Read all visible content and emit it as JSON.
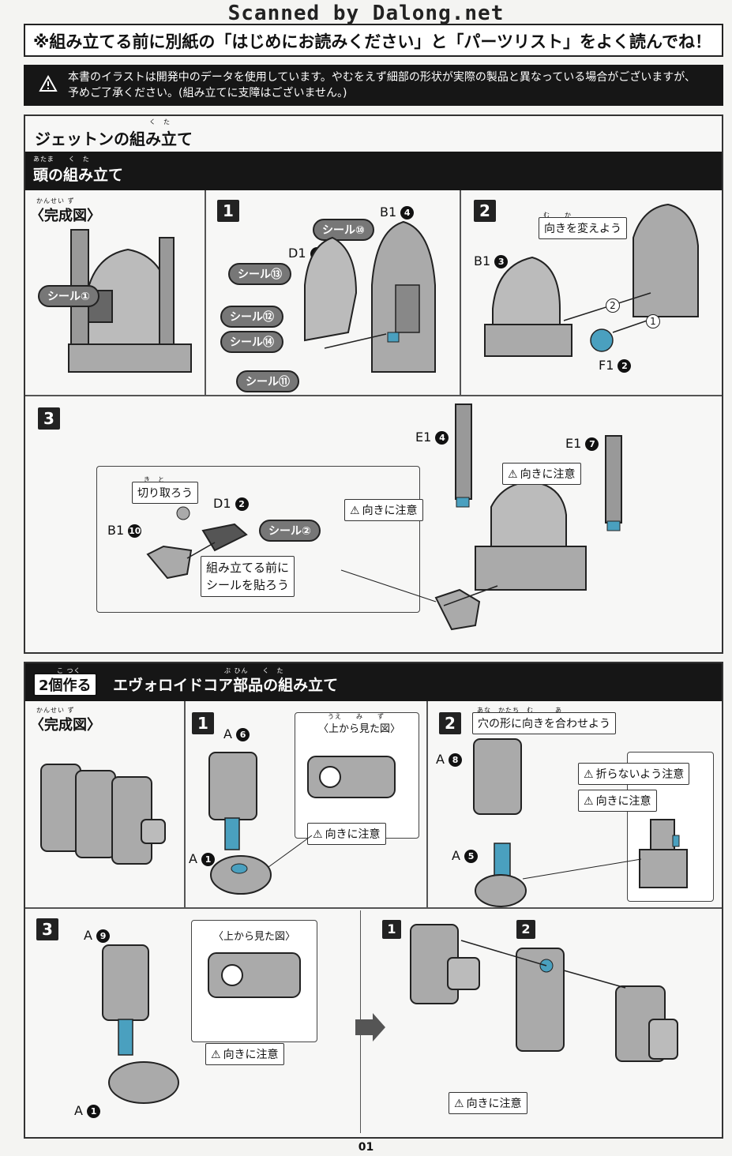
{
  "watermark": "Scanned by Dalong.net",
  "notice": "※組み立てる前に別紙の「はじめにお読みください」と「パーツリスト」をよく読んでね！",
  "warning": {
    "line1": "本書のイラストは開発中のデータを使用しています。やむをえず細部の形状が実際の製品と異なっている場合がございますが、",
    "line2": "予めご了承ください。(組み立てに支障はございません。)"
  },
  "section1": {
    "title": "ジェットンの組み立て",
    "title_ruby": "く　た",
    "sub": "頭の組み立て",
    "sub_ruby": "あたま　　く　た",
    "completed": "〈完成図〉",
    "completed_ruby": "かんせい ず",
    "seal1": "シール①",
    "step1": {
      "num": "1",
      "seal10": "シール⑩",
      "seal13": "シール⑬",
      "seal12": "シール⑫",
      "seal14": "シール⑭",
      "seal11": "シール⑪",
      "d1": "D1",
      "d1_num": "1",
      "b1": "B1",
      "b1_num": "4"
    },
    "step2": {
      "num": "2",
      "note": "向きを変えよう",
      "note_ruby": "む　　か",
      "b1": "B1",
      "b1_num": "3",
      "f1": "F1",
      "f1_num": "2",
      "order1": "1",
      "order2": "2"
    },
    "step3": {
      "num": "3",
      "cut": "切り取ろう",
      "cut_ruby": "き　と",
      "d1": "D1",
      "d1_num": "2",
      "seal2": "シール②",
      "b1": "B1",
      "b1_num": "10",
      "before_l1": "組み立てる前に",
      "before_l2": "シールを貼ろう",
      "e1a": "E1",
      "e1a_num": "4",
      "e1b": "E1",
      "e1b_num": "7",
      "caution_a": "向きに注意",
      "caution_b": "向きに注意"
    }
  },
  "section2": {
    "badge": "2個作る",
    "badge_ruby": "こ つく",
    "title": "エヴォロイドコア部品の組み立て",
    "title_ruby": "ぶ ひん　　く　た",
    "completed": "〈完成図〉",
    "completed_ruby": "かんせい ず",
    "step1": {
      "num": "1",
      "a6": "A",
      "a6_num": "6",
      "a1": "A",
      "a1_num": "1",
      "top_view": "〈上から見た図〉",
      "top_view_ruby": "うえ　　み　　ず",
      "caution": "向きに注意"
    },
    "step2": {
      "num": "2",
      "note": "穴の形に向きを合わせよう",
      "note_ruby": "あな　かたち　む　　　あ",
      "a8": "A",
      "a8_num": "8",
      "a5": "A",
      "a5_num": "5",
      "no_fold": "折らないよう注意",
      "caution": "向きに注意"
    },
    "step3": {
      "num": "3",
      "a9": "A",
      "a9_num": "9",
      "a1": "A",
      "a1_num": "1",
      "top_view": "〈上から見た図〉",
      "caution": "向きに注意",
      "sub1": "1",
      "sub2": "2",
      "caution2": "向きに注意"
    }
  },
  "page_number": "01"
}
